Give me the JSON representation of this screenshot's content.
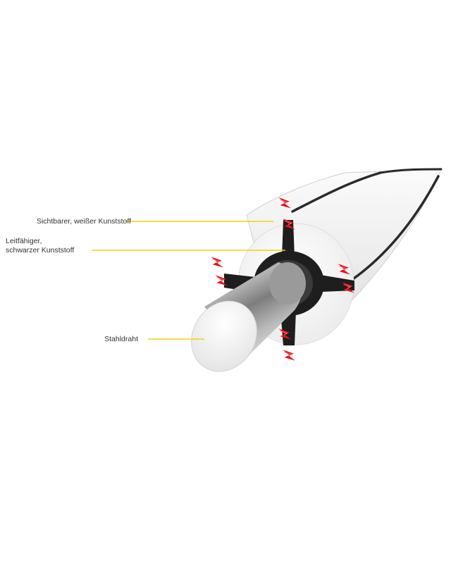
{
  "labels": {
    "white_plastic": "Sichtbarer, weißer Kunststoff",
    "conductive_line1": "Leitfähiger,",
    "conductive_line2": "schwarzer Kunststoff",
    "steel_wire": "Stahldraht"
  },
  "colors": {
    "background": "#ffffff",
    "leader_line": "#f5d10a",
    "conductive": "#1e1e1e",
    "lightning": "#e8121c",
    "steel": "#a9a9a9",
    "white_plastic": "#eeeeee"
  },
  "icons": [
    "lightning-bolt-icon"
  ]
}
